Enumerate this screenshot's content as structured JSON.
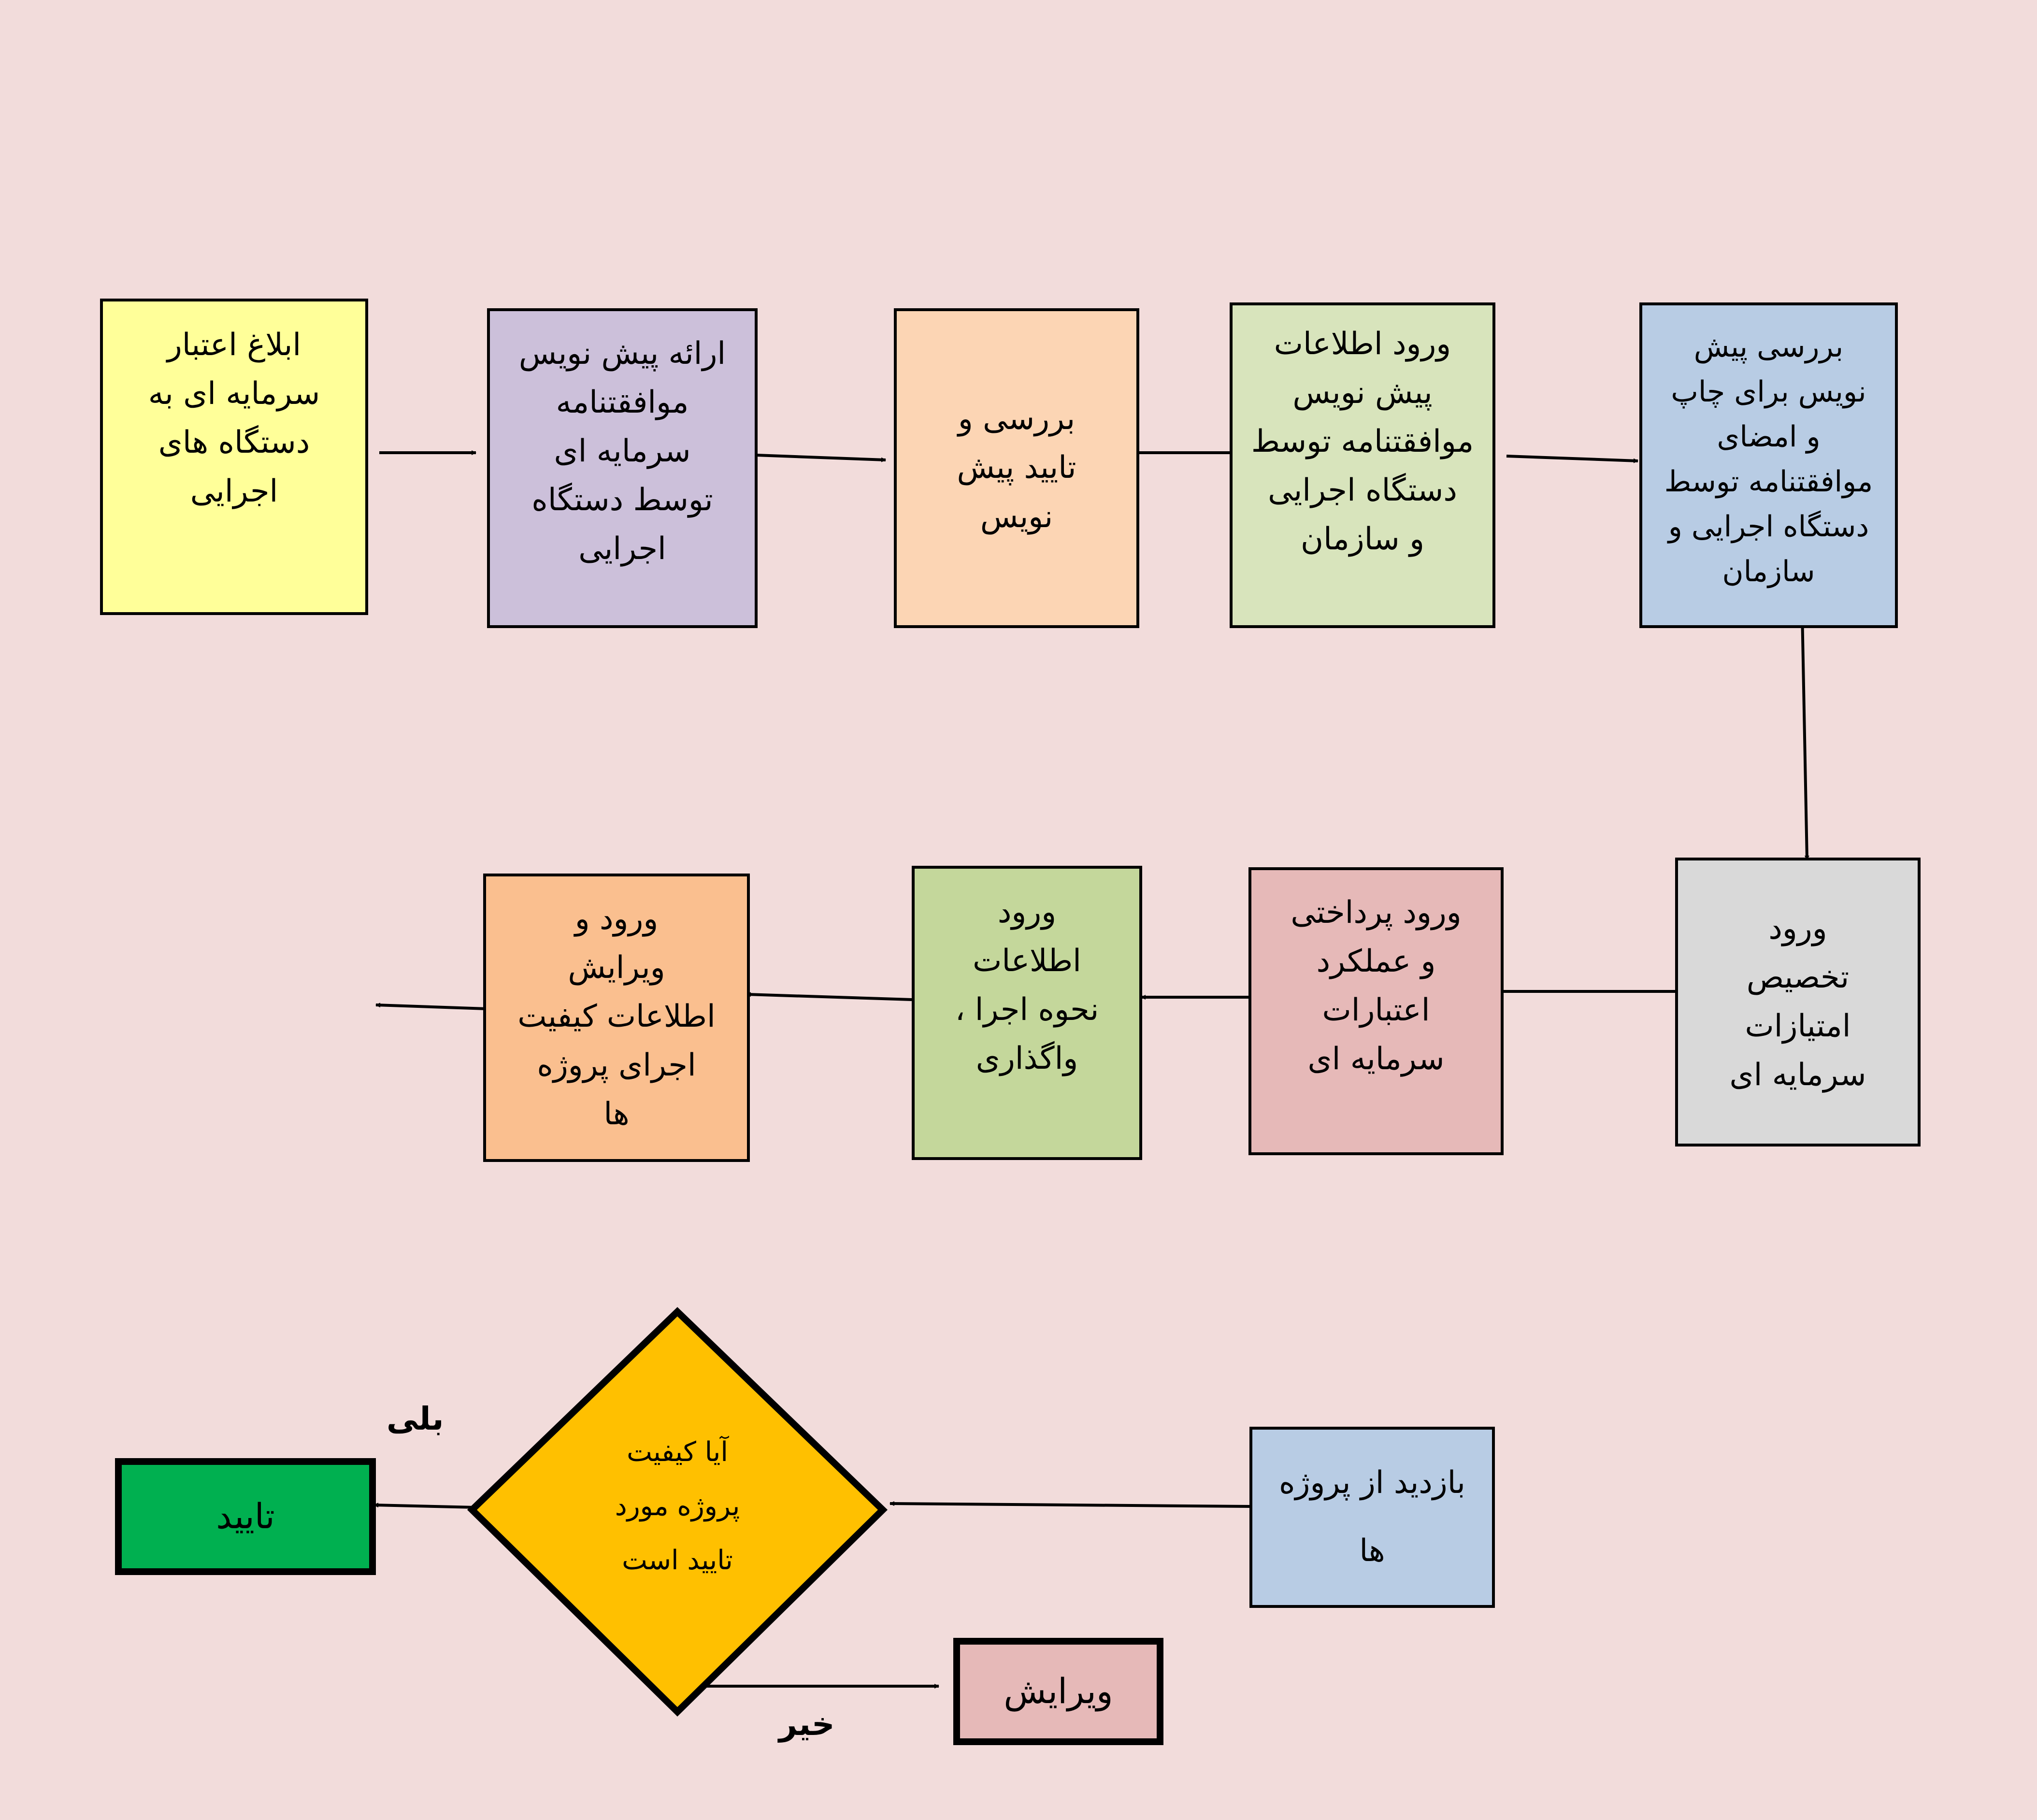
{
  "colors": {
    "background": "#f2dcdb",
    "yellow": "#ffff99",
    "lavender": "#ccc0da",
    "peach": "#fcd5b4",
    "light_green": "#d8e4bc",
    "light_blue": "#b8cce4",
    "gray": "#d9d9d9",
    "pink": "#e6b9b8",
    "green": "#c4d79b",
    "orange": "#fabf8f",
    "gold": "#ffc000",
    "approve_green": "#00b050"
  },
  "steps": {
    "s1": "ابلاغ اعتبار\nسرمایه ای به\nدستگاه های\nاجرایی",
    "s2": "ارائه پیش نویس\nموافقتنامه\nسرمایه ای\nتوسط دستگاه\nاجرایی",
    "s3": "بررسی و\nتایید پیش\nنویس",
    "s4": "ورود اطلاعات\nپیش نویس\nموافقتنامه توسط\nدستگاه اجرایی\nو سازمان",
    "s5": "بررسی پیش\nنویس برای چاپ\nو امضای\nموافقتنامه توسط\nدستگاه اجرایی و\nسازمان",
    "s6": "ورود\nتخصیص\nامتیازات\nسرمایه ای",
    "s7": "ورود پرداختی\nو عملکرد\nاعتبارات\nسرمایه ای",
    "s8": "ورود\nاطلاعات\nنحوه اجرا ،\nواگذاری",
    "s9": "ورود و\nویرایش\nاطلاعات کیفیت\nاجرای پروژه\nها",
    "s10": "بازدید از پروژه\nها"
  },
  "decision": {
    "question": "آیا کیفیت\nپروژه مورد\nتایید است",
    "yes_label": "بلی",
    "no_label": "خیر",
    "approve": "تایید",
    "edit": "ویرایش"
  }
}
